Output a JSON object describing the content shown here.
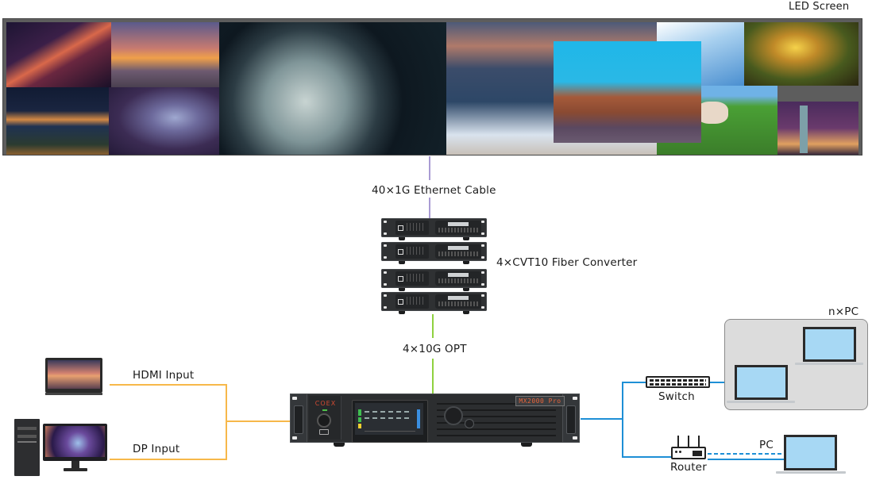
{
  "diagram": {
    "led_screen": {
      "label": "LED Screen",
      "tiles": [
        {
          "name": "galaxy",
          "colors": [
            "#1d1533",
            "#6a2740",
            "#d9684a"
          ]
        },
        {
          "name": "pier-sunset",
          "colors": [
            "#5a5a8c",
            "#e88c4e",
            "#6d5a70"
          ]
        },
        {
          "name": "coast-night",
          "colors": [
            "#1a2540",
            "#d38844",
            "#2a3b57"
          ]
        },
        {
          "name": "nebula",
          "colors": [
            "#2b2147",
            "#6d6a9c",
            "#3c2c54"
          ]
        },
        {
          "name": "planet",
          "colors": [
            "#0e1820",
            "#b6c7c9",
            "#203038"
          ]
        },
        {
          "name": "santorini",
          "colors": [
            "#4c5a79",
            "#d9e3ee",
            "#2d4767"
          ]
        },
        {
          "name": "pagoda-city",
          "colors": [
            "#1fb7e8",
            "#a55a3a",
            "#5a4860"
          ]
        },
        {
          "name": "sky",
          "colors": [
            "#6fb2e6",
            "#ffffff",
            "#4a8fd0"
          ]
        },
        {
          "name": "golden-tree",
          "colors": [
            "#2a2510",
            "#e0b53a",
            "#485a1e"
          ]
        },
        {
          "name": "cows-field",
          "colors": [
            "#4aa035",
            "#f0e8e0",
            "#3b7d2a"
          ]
        },
        {
          "name": "statue-of-liberty",
          "colors": [
            "#4a2b5c",
            "#e0a060",
            "#6a7d8a"
          ]
        }
      ]
    },
    "links": {
      "ethernet": {
        "label": "40×1G Ethernet Cable",
        "color": "#a99bd4"
      },
      "fiber": {
        "label": "4×10G OPT",
        "color": "#8fd13f"
      },
      "hdmi": {
        "label": "HDMI Input",
        "color": "#f7b84a"
      },
      "dp": {
        "label": "DP Input",
        "color": "#f7b84a"
      },
      "network": {
        "color": "#1e8fd6"
      }
    },
    "converters": {
      "label": "4×CVT10 Fiber Converter",
      "count": 4
    },
    "processor": {
      "brand": "COEX",
      "model": "MX2000 Pro"
    },
    "network": {
      "switch_label": "Switch",
      "router_label": "Router",
      "npc_label": "n×PC",
      "pc_label": "PC"
    }
  }
}
